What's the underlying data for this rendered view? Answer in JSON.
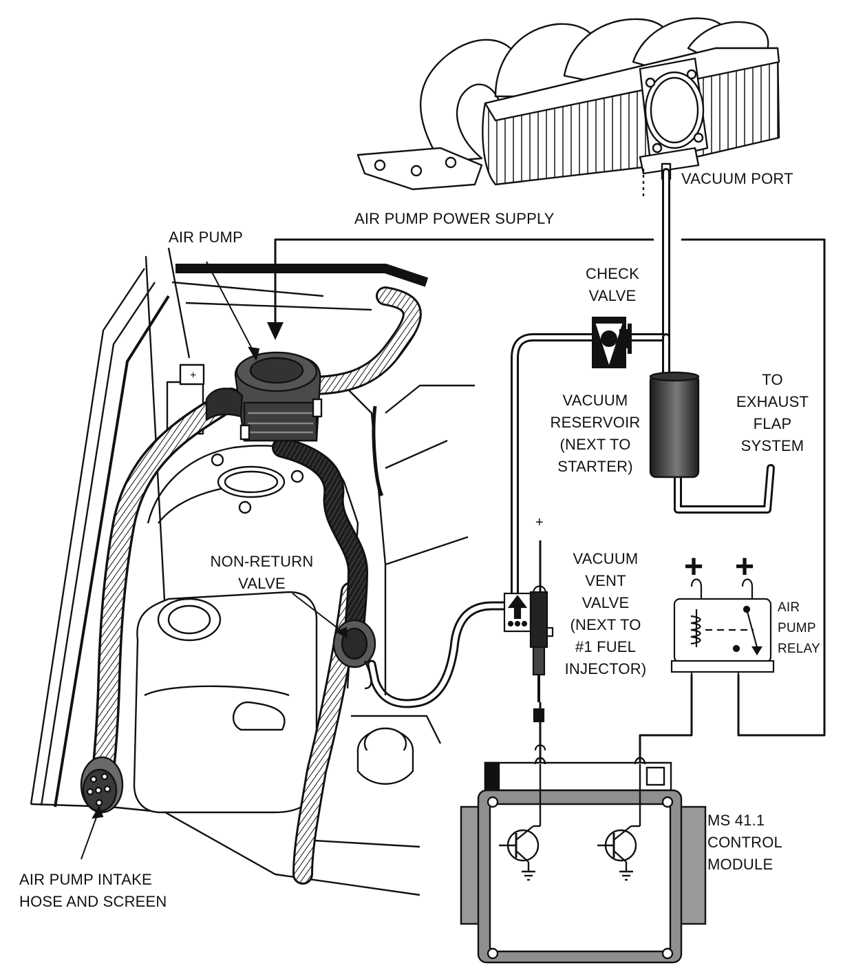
{
  "diagram": {
    "labels": {
      "vacuum_port": "VACUUM PORT",
      "power_supply": "AIR PUMP POWER SUPPLY",
      "air_pump": "AIR PUMP",
      "check_valve": "CHECK\nVALVE",
      "vacuum_reservoir": "VACUUM\nRESERVOIR\n(NEXT TO\nSTARTER)",
      "exhaust_flap": "TO\nEXHAUST\nFLAP\nSYSTEM",
      "non_return_valve": "NON-RETURN\nVALVE",
      "vacuum_vent_valve": "VACUUM\nVENT\nVALVE\n(NEXT TO\n#1 FUEL\nINJECTOR)",
      "relay": "AIR\nPUMP\nRELAY",
      "relay_plus_left": "+",
      "relay_plus_right": "+",
      "vent_plus": "+",
      "control_module": "MS 41.1\nCONTROL\nMODULE",
      "intake_hose": "AIR PUMP INTAKE\nHOSE AND SCREEN"
    },
    "colors": {
      "ink": "#111111",
      "paper": "#ffffff",
      "shade": "#9a9a9a",
      "dark": "#2b2b2b"
    }
  }
}
